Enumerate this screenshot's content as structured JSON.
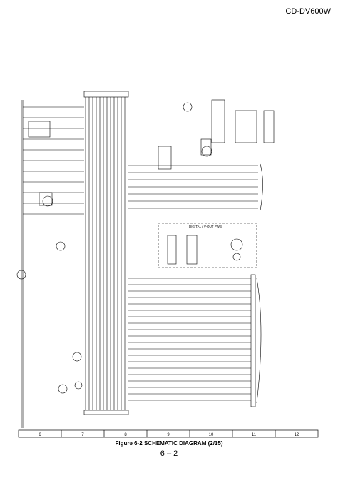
{
  "header": {
    "model": "CD-DV600W"
  },
  "grid": {
    "columns": [
      "6",
      "7",
      "8",
      "9",
      "10",
      "11",
      "12"
    ]
  },
  "blocks": {
    "digital_board": "DIGITAL / V-OUT PWB"
  },
  "footer": {
    "caption": "Figure 6-2 SCHEMATIC DIAGRAM (2/15)",
    "page": "6 – 2"
  }
}
